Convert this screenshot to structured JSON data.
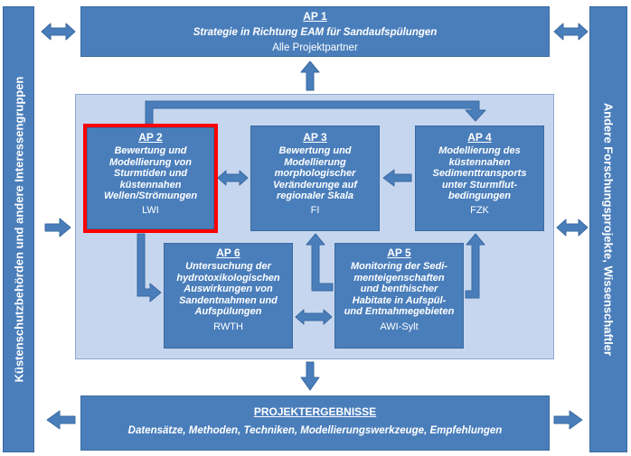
{
  "left_bar": {
    "label": "Küstenschutzbehörden und andere Interessengruppen"
  },
  "right_bar": {
    "label": "Andere Forschungsprojekte, Wissenschaftler"
  },
  "ap1": {
    "title": "AP 1",
    "desc": "Strategie in Richtung EAM für Sandaufspülungen",
    "partner": "Alle Projektpartner"
  },
  "ap2": {
    "title": "AP 2",
    "desc": "Bewertung und\nModellierung von\nSturmtiden und\nküstennahen\nWellen/Strömungen",
    "partner": "LWI",
    "highlighted": true
  },
  "ap3": {
    "title": "AP 3",
    "desc": "Bewertung und\nModellierung\nmorphologischer\nVeränderunge auf\nregionaler Skala",
    "partner": "FI"
  },
  "ap4": {
    "title": "AP 4",
    "desc": "Modellierung des\nküstennahen\nSedimenttransports\nunter Sturmflut-\nbedingungen",
    "partner": "FZK"
  },
  "ap6": {
    "title": "AP 6",
    "desc": "Untersuchung der\nhydrotoxikologischen\nAuswirkungen von\nSandentnahmen und\nAufspülungen",
    "partner": "RWTH"
  },
  "ap5": {
    "title": "AP 5",
    "desc": "Monitoring der Sedi-\nmenteigenschaften\nund benthischer\nHabitate in Aufspül-\nund Entnahmegebieten",
    "partner": "AWI-Sylt"
  },
  "results": {
    "title": "PROJEKTERGEBNISSE",
    "desc": "Datensätze, Methoden, Techniken, Modellierungswerkzeuge, Empfehlungen"
  },
  "colors": {
    "box": "#4a7ebb",
    "panel": "#c6d6ef",
    "highlight": "#ff0000"
  }
}
